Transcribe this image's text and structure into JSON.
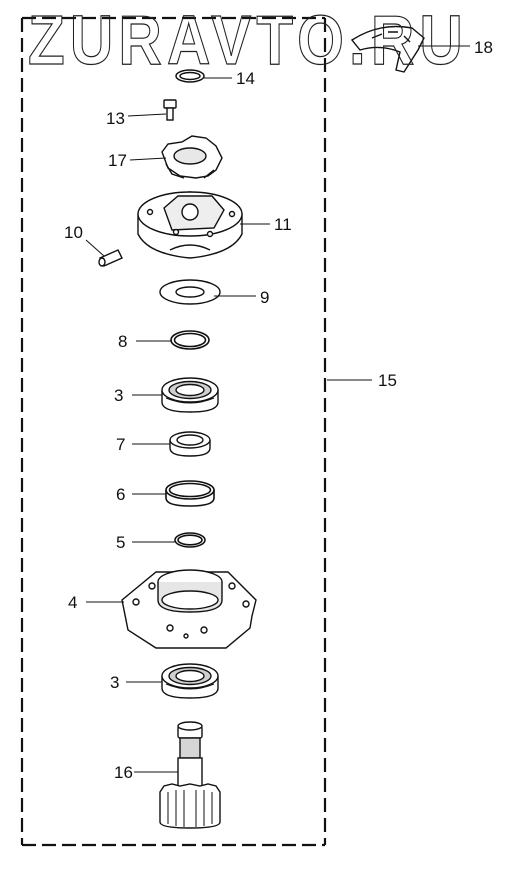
{
  "watermark": {
    "text": "ZURAVTO.RU"
  },
  "colors": {
    "line": "#111111",
    "part_fill": "#ffffff",
    "shade": "#cfcfcf",
    "dark": "#555555"
  },
  "assembly": {
    "id": "15"
  },
  "callouts": {
    "p14": "14",
    "p13": "13",
    "p17": "17",
    "p11": "11",
    "p10": "10",
    "p9": "9",
    "p8": "8",
    "p3a": "3",
    "p7": "7",
    "p6": "6",
    "p5": "5",
    "p4": "4",
    "p3b": "3",
    "p16": "16",
    "p18": "18",
    "p15": "15"
  }
}
